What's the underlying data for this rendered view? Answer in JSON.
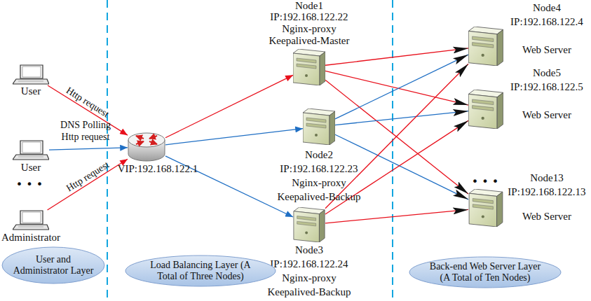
{
  "diagram": {
    "nodes": [
      {
        "text": [
          "User"
        ]
      },
      {
        "text": [
          "User"
        ]
      },
      {
        "text": [
          "Administrator"
        ]
      },
      {
        "text": [
          "VIP:192.168.122.1"
        ]
      },
      {
        "text": [
          "Node1",
          "IP:192.168.122.22",
          "Nginx-proxy",
          "Keepalived-Master"
        ]
      },
      {
        "text": [
          "Node2",
          "IP:192.168.122.23",
          "Nginx-proxy",
          "Keepalived-Backup"
        ]
      },
      {
        "text": [
          "Node3",
          "IP:192.168.122.24",
          "Nginx-proxy",
          "Keepalived-Backup"
        ]
      },
      {
        "text": [
          "Node4",
          "IP:192.168.122.4",
          "Web Server"
        ]
      },
      {
        "text": [
          "Node5",
          "IP:192.168.122.5",
          "Web Server"
        ]
      },
      {
        "text": [
          "Node13",
          "IP:192.168.122.13",
          "Web Server"
        ]
      },
      {
        "text": [
          "User and Administrator Layer"
        ]
      },
      {
        "text": [
          "Load Balancing Layer (A Total of Three Nodes)"
        ]
      },
      {
        "text": [
          "Back-end Web Server Layer (A Total of Ten Nodes)"
        ]
      }
    ],
    "edges": [
      {
        "from": 0,
        "to": 3,
        "label": "Http request",
        "arrow": "to"
      },
      {
        "from": 1,
        "to": 3,
        "label": "DNS Polling Http request",
        "arrow": "to"
      },
      {
        "from": 2,
        "to": 3,
        "label": "Http request",
        "arrow": "to"
      },
      {
        "from": 3,
        "to": 4,
        "arrow": "to"
      },
      {
        "from": 3,
        "to": 5,
        "arrow": "to"
      },
      {
        "from": 3,
        "to": 6,
        "arrow": "to"
      },
      {
        "from": 4,
        "to": 7,
        "arrow": "to"
      },
      {
        "from": 4,
        "to": 8,
        "arrow": "to"
      },
      {
        "from": 4,
        "to": 9,
        "arrow": "to"
      },
      {
        "from": 5,
        "to": 7,
        "arrow": "to"
      },
      {
        "from": 5,
        "to": 8,
        "arrow": "to"
      },
      {
        "from": 5,
        "to": 9,
        "arrow": "to"
      },
      {
        "from": 6,
        "to": 7,
        "arrow": "to"
      },
      {
        "from": 6,
        "to": 8,
        "arrow": "to"
      },
      {
        "from": 6,
        "to": 9,
        "arrow": "to"
      }
    ],
    "labels": [
      "• • •",
      "• • •"
    ]
  }
}
